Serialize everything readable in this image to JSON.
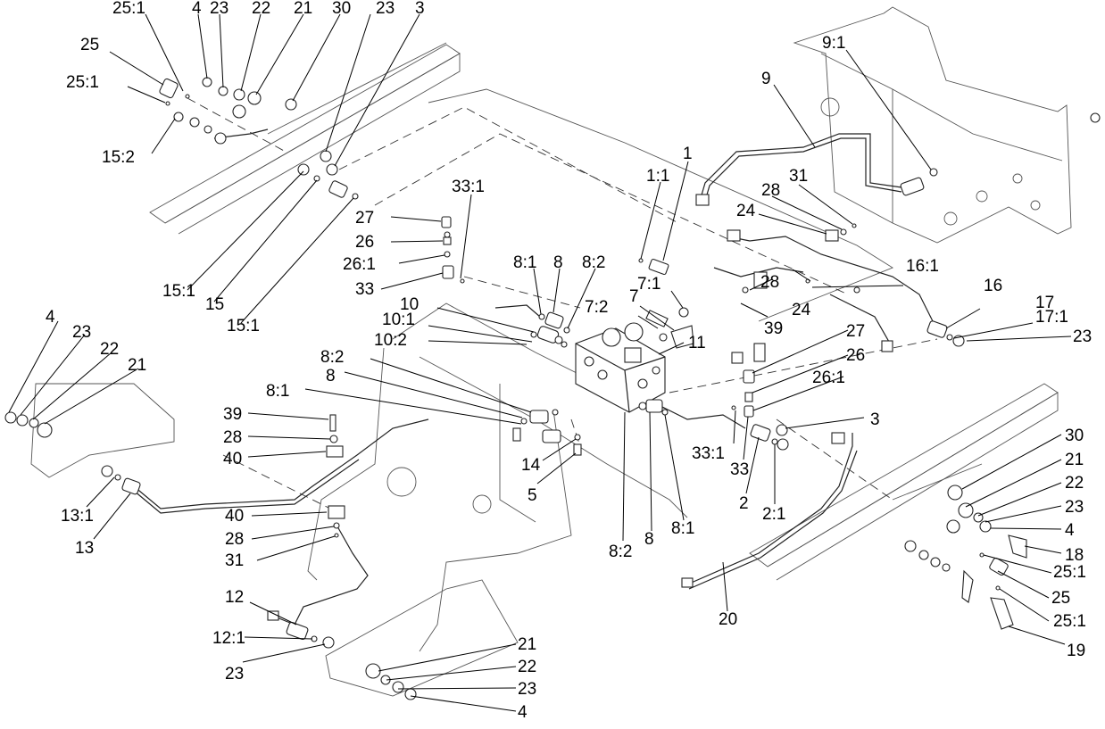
{
  "callouts": [
    "25:1",
    "4",
    "23",
    "22",
    "21",
    "30",
    "23",
    "3",
    "25",
    "25:1",
    "15:2",
    "9:1",
    "9",
    "1:1",
    "1",
    "31",
    "28",
    "24",
    "33:1",
    "27",
    "26",
    "26:1",
    "33",
    "8:1",
    "8",
    "8:2",
    "7:1",
    "15:1",
    "15",
    "15:1",
    "16:1",
    "16",
    "28",
    "24",
    "39",
    "17",
    "17:1",
    "23",
    "10",
    "10:1",
    "7:2",
    "7",
    "10:2",
    "11",
    "27",
    "26",
    "26:1",
    "8:2",
    "8",
    "8:1",
    "4",
    "23",
    "22",
    "21",
    "39",
    "28",
    "40",
    "14",
    "5",
    "33:1",
    "33",
    "3",
    "2",
    "2:1",
    "30",
    "21",
    "22",
    "23",
    "4",
    "18",
    "13:1",
    "13",
    "40",
    "28",
    "31",
    "8:2",
    "8",
    "8:1",
    "25:1",
    "25",
    "25:1",
    "19",
    "20",
    "12",
    "12:1",
    "23",
    "21",
    "22",
    "23",
    "4"
  ]
}
